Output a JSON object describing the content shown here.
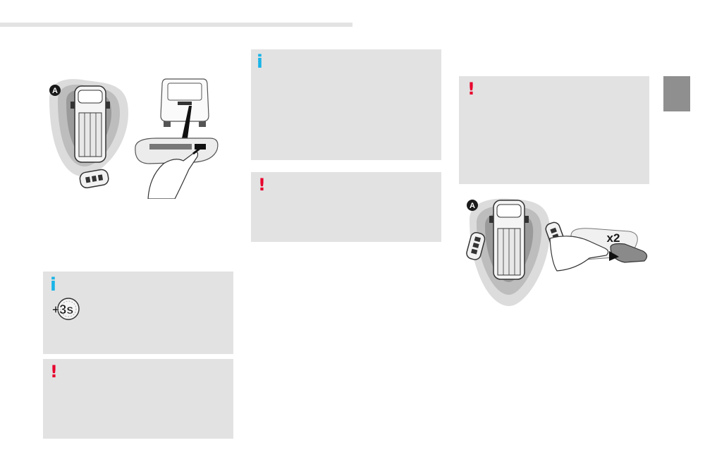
{
  "page": {
    "accent_info": "#18b4e8",
    "accent_warning": "#e8002d",
    "note_background": "#e2e2e2",
    "section_tab_color": "#8f8f8f"
  },
  "figure_1": {
    "zone_label": "A",
    "icons": [
      "van-top-view-icon",
      "key-fob-icon",
      "van-rear-view-icon",
      "tailgate-handle-icon",
      "hand-icon"
    ]
  },
  "figure_2": {
    "zone_label": "A",
    "press_count": "x2",
    "icons": [
      "van-top-view-icon",
      "key-fob-icon",
      "hand-icon",
      "door-handle-icon"
    ]
  },
  "notes": [
    {
      "type": "info",
      "icon": "info-icon",
      "glyph": "i"
    },
    {
      "type": "warning",
      "icon": "warning-icon",
      "glyph": "!"
    },
    {
      "type": "info",
      "icon": "info-icon",
      "glyph": "i",
      "timer_label": "+3s"
    },
    {
      "type": "warning",
      "icon": "warning-icon",
      "glyph": "!"
    },
    {
      "type": "warning",
      "icon": "warning-icon",
      "glyph": "!"
    }
  ]
}
